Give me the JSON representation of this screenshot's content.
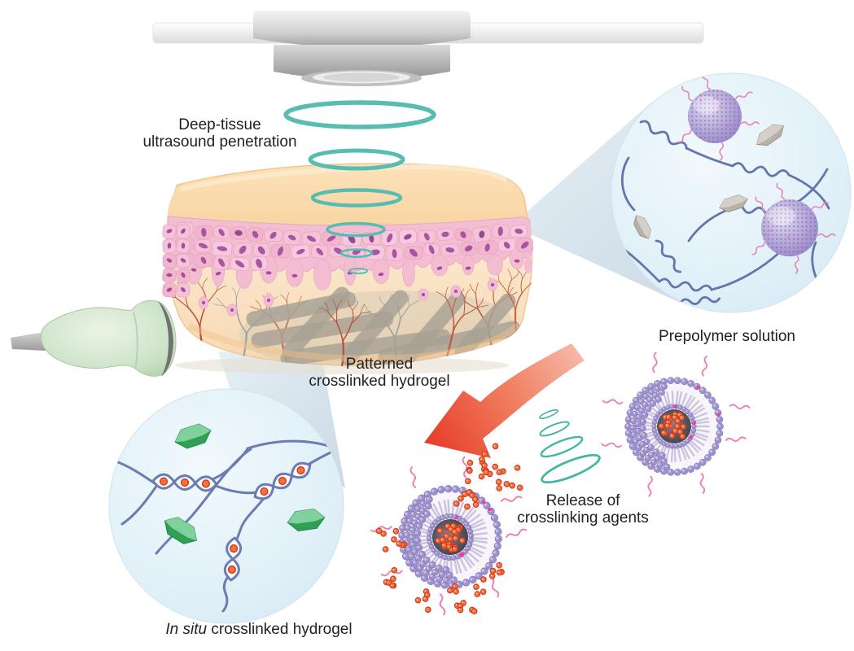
{
  "labels": {
    "deep_tissue": {
      "line1": "Deep-tissue",
      "line2": "ultrasound penetration"
    },
    "prepolymer": "Prepolymer solution",
    "patterned": {
      "line1": "Patterned",
      "line2": "crosslinked hydrogel"
    },
    "release": {
      "line1": "Release of",
      "line2": "crosslinking agents"
    },
    "in_situ": {
      "italic": "In situ",
      "rest": " crosslinked hydrogel"
    }
  },
  "palette": {
    "background": "#ffffff",
    "ultrasound_wave_teal": "#58bdb1",
    "spiral_teal": "#47b4a4",
    "tissue_surface_orange": "#f8d3a2",
    "epithelium_pink": "#f3bcd1",
    "cell_nucleus_purple": "#a14c9e",
    "vessel_red": "#b5543c",
    "hydrogel_slab_gray": "#a8a195",
    "probe_green": "#cde3c8",
    "transducer_gray": "#b9b9b9",
    "zoom_circle_blue": "#ddeff7",
    "polymer_chain_blue": "#6474ac",
    "crosslink_dot_orange": "#f2713d",
    "crosslinker_green": "#2fa055",
    "liposome_purple": "#9c91cb",
    "pink_polymer": "#ee7fb2",
    "arrow_red": "#e63b27",
    "label_text": "#231f20"
  }
}
